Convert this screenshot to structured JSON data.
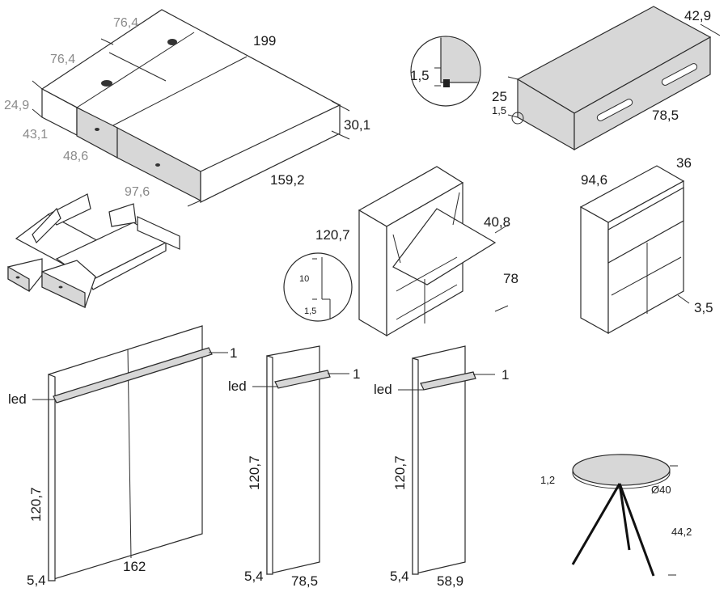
{
  "colors": {
    "ink": "#2b2b2b",
    "grey_panel": "#d7d7d7",
    "grey_text": "#8a8a8a",
    "leg": "#111111"
  },
  "bed": {
    "d_top_left": "76,4",
    "d_top_right": "76,4",
    "d_width": "199",
    "d_side_height": "24,9",
    "d_drawer_height": "43,1",
    "d_drawer1": "48,6",
    "d_drawer2": "97,6",
    "d_total_height": "30,1",
    "d_length": "159,2"
  },
  "foot_detail": {
    "d_value": "1,5"
  },
  "bench": {
    "d_depth": "42,9",
    "d_height": "25",
    "d_foot": "1,5",
    "d_width": "78,5"
  },
  "desk": {
    "d_height": "120,7",
    "d_depth": "40,8",
    "d_width": "78"
  },
  "plinth_detail": {
    "d_top": "10",
    "d_bottom": "1,5"
  },
  "cabinet": {
    "d_width": "94,6",
    "d_depth": "36",
    "d_plinth": "3,5"
  },
  "headboards": [
    {
      "led_label": "led",
      "d_led": "1",
      "d_height": "120,7",
      "d_width": "162",
      "d_thickness": "5,4"
    },
    {
      "led_label": "led",
      "d_led": "1",
      "d_height": "120,7",
      "d_width": "78,5",
      "d_thickness": "5,4"
    },
    {
      "led_label": "led",
      "d_led": "1",
      "d_height": "120,7",
      "d_width": "58,9",
      "d_thickness": "5,4"
    }
  ],
  "side_table": {
    "d_top": "1,2",
    "d_diameter": "Ø40",
    "d_height": "44,2"
  }
}
